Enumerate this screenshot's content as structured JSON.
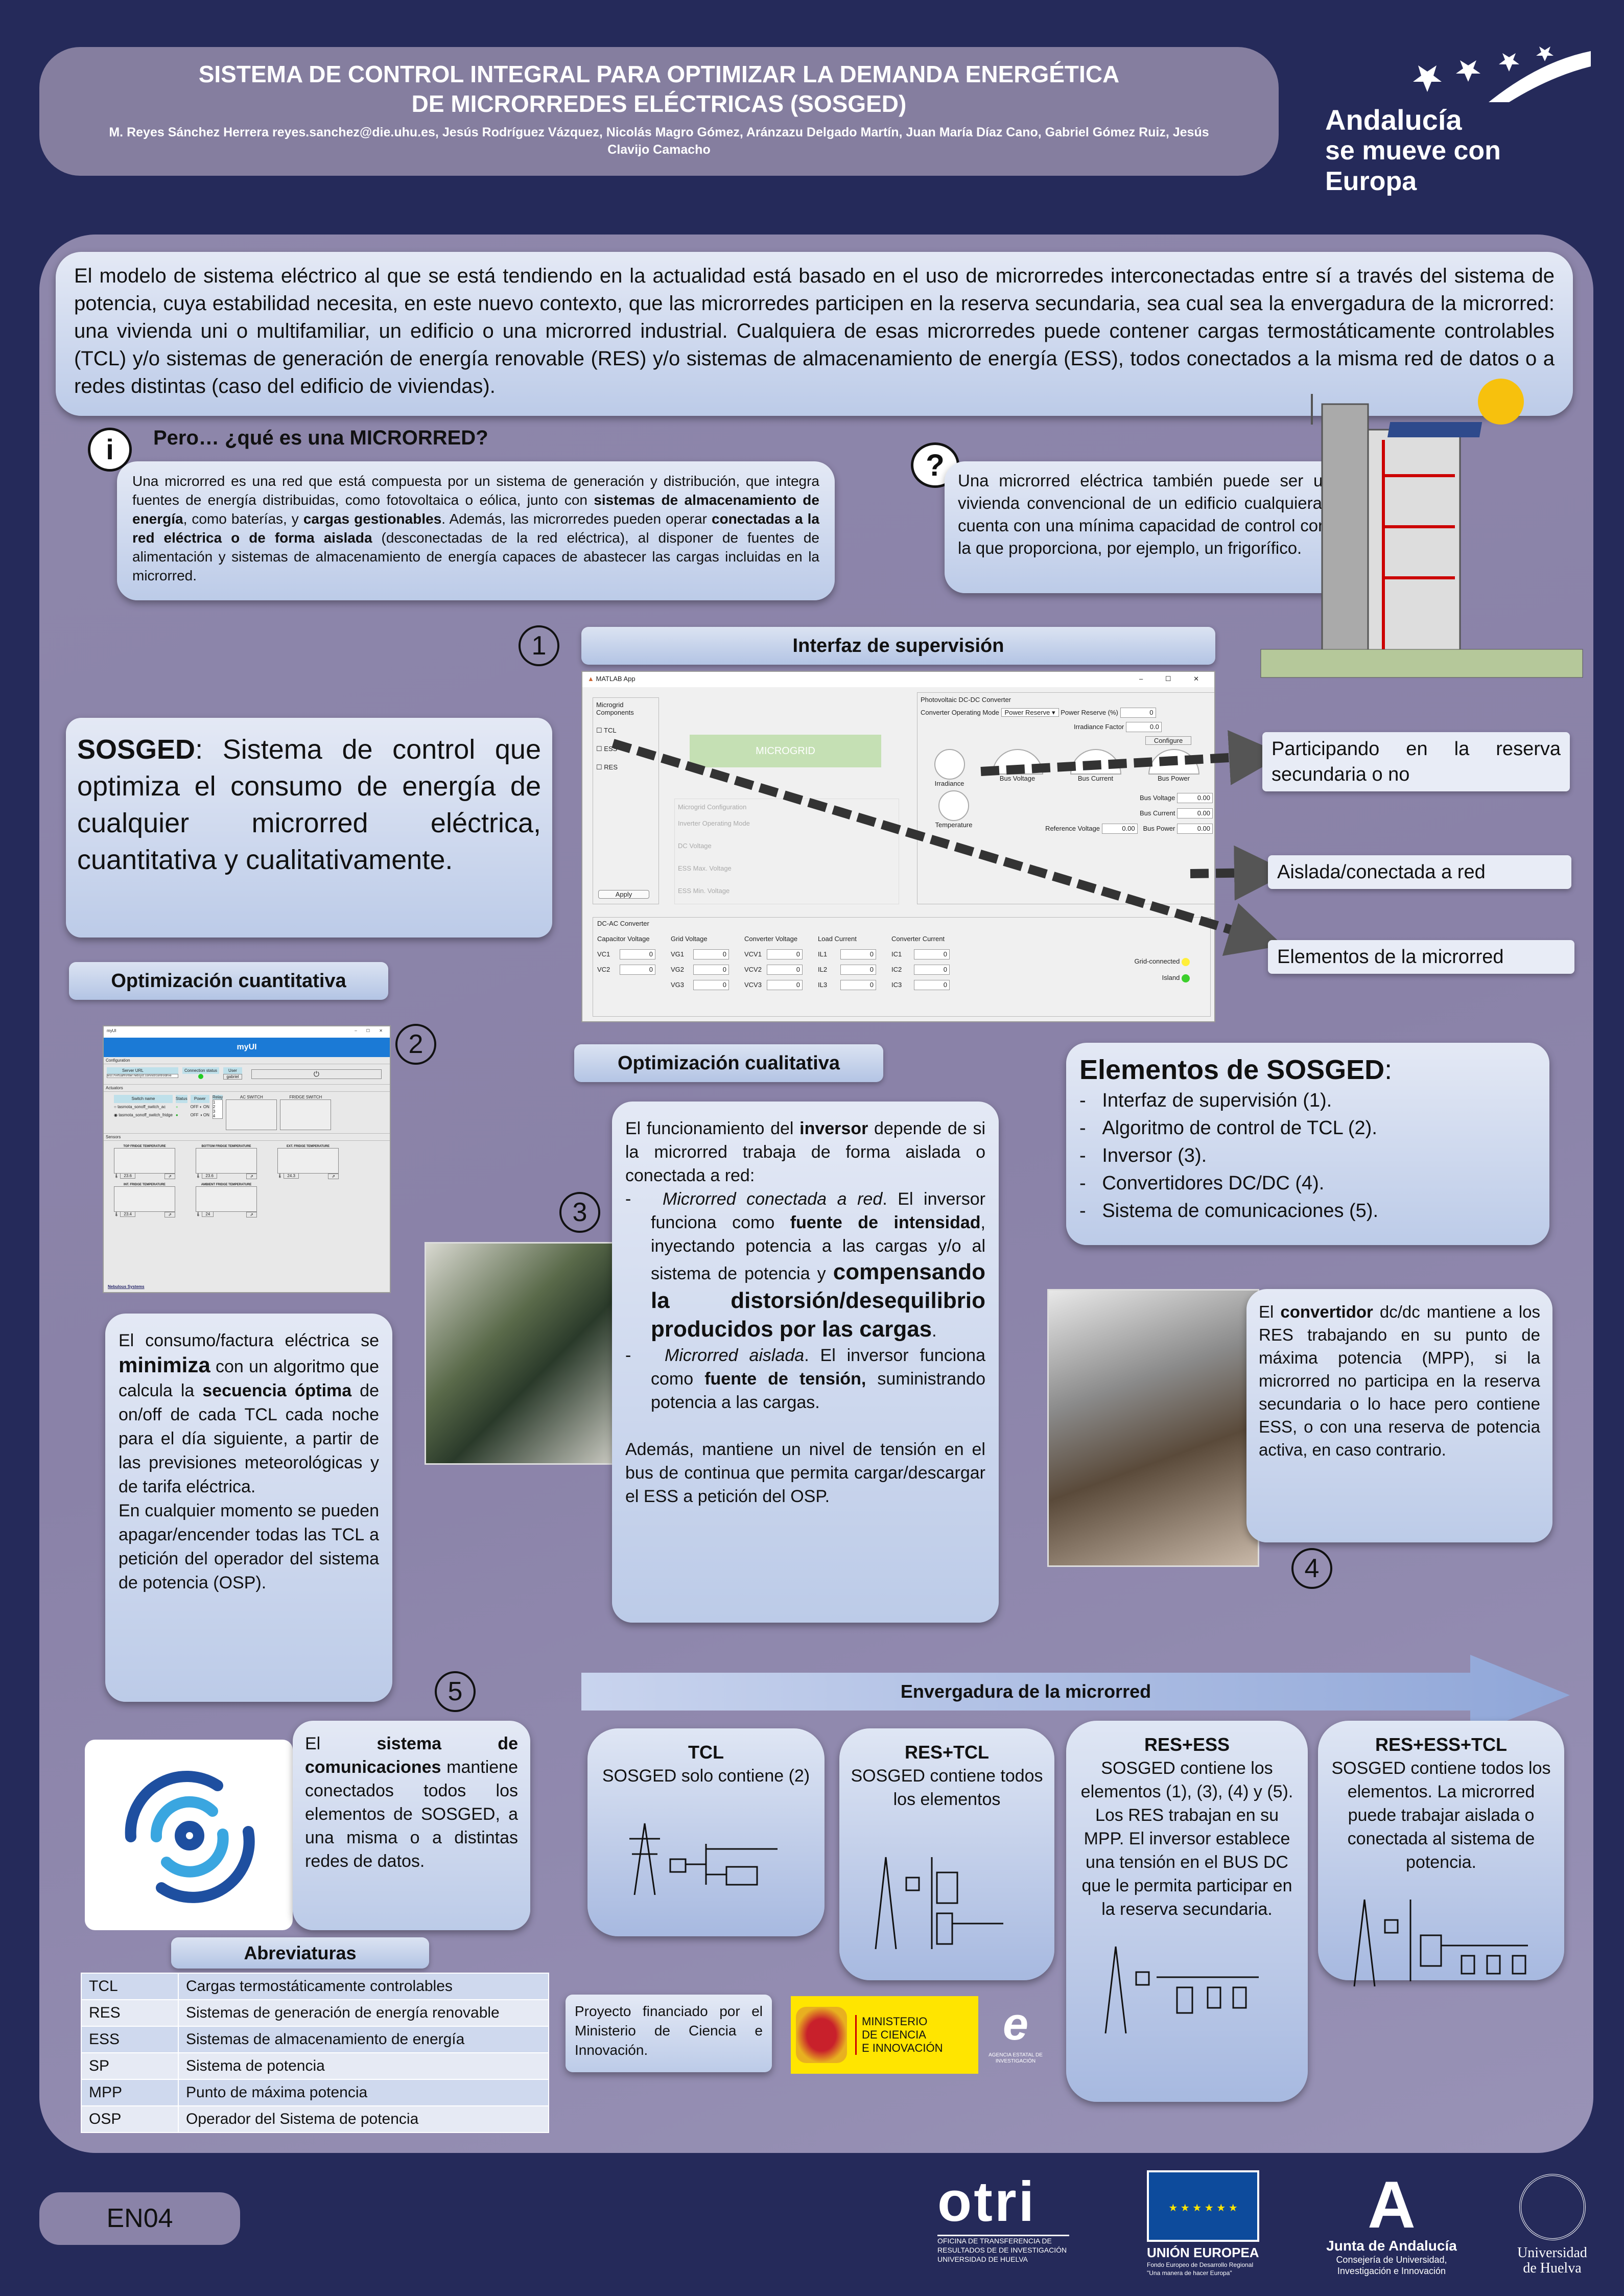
{
  "header": {
    "title": "SISTEMA DE CONTROL INTEGRAL PARA OPTIMIZAR LA DEMANDA ENERGÉTICA DE MICRORREDES ELÉCTRICAS (SOSGED)",
    "authors": "M. Reyes Sánchez Herrera reyes.sanchez@die.uhu.es, Jesús Rodríguez Vázquez, Nicolás Magro Gómez, Aránzazu Delgado Martín, Juan María Díaz Cano, Gabriel Gómez Ruiz, Jesús Clavijo Camacho"
  },
  "andalucia_logo": {
    "line1": "Andalucía",
    "line2": "se mueve con Europa"
  },
  "intro": "El modelo de sistema eléctrico al que se está tendiendo en la actualidad está basado en el uso de microrredes interconectadas entre sí a través del sistema de potencia, cuya estabilidad necesita, en este nuevo contexto, que las microrredes participen en la reserva secundaria, sea cual sea la envergadura de la microrred: una vivienda uni o multifamiliar, un edificio o una microrred industrial. Cualquiera de esas  microrredes puede contener cargas termostáticamente controlables (TCL) y/o sistemas de generación de energía renovable (RES) y/o sistemas de almacenamiento de energía (ESS), todos conectados a la misma red de datos o a redes distintas (caso del edificio de viviendas).",
  "microrred": {
    "heading": "Pero… ¿qué es una MICRORRED?",
    "t1": "Una microrred es una red que está compuesta por un sistema de generación y distribución, que integra fuentes de energía distribuidas, como fotovoltaica o eólica, junto con ",
    "b1": "sistemas de almacenamiento de energía",
    "t2": ", como baterías, y ",
    "b2": "cargas gestionables",
    "t3": ". Además, las microrredes pueden operar ",
    "b3": "conectadas a la red eléctrica o de forma aislada",
    "t4": " (desconectadas de la red eléctrica), al disponer de fuentes de alimentación y sistemas de almacenamiento de energía capaces de abastecer las cargas incluidas en la microrred."
  },
  "question_box": "Una microrred eléctrica también puede ser una vivienda convencional de un edificio cualquiera si cuenta con una mínima capacidad de control como la que proporciona, por ejemplo, un frigorífico.",
  "sosged": {
    "bold": "SOSGED",
    "text": ": Sistema de control que optimiza el consumo de energía de cualquier microrred eléctrica, cuantitativa y cualitativamente."
  },
  "numbers": [
    "1",
    "2",
    "3",
    "4",
    "5"
  ],
  "interfaz_label": "Interfaz de supervisión",
  "matlab_app": {
    "title": "MATLAB App",
    "components_title": "Microgrid Components",
    "components": [
      "TCL",
      "ESS",
      "RES"
    ],
    "microgrid_label": "MICROGRID",
    "apply": "Apply",
    "config_title": "Microgrid Configuration",
    "config_fields": [
      "Inverter Operating Mode",
      "DC Voltage",
      "ESS Max. Voltage",
      "ESS Min. Voltage"
    ],
    "pv_title": "Photovoltaic DC-DC Converter",
    "mode_label": "Converter Operating Mode",
    "mode_value": "Power Reserve",
    "reserve_label": "Power Reserve (%)",
    "reserve_value": "0",
    "irr_factor_label": "Irradiance Factor",
    "irr_factor_value": "0.0",
    "configure": "Configure",
    "gauges": [
      "Irradiance",
      "Temperature",
      "Bus Voltage",
      "Bus Current",
      "Bus Power"
    ],
    "readouts": [
      {
        "label": "Bus Voltage",
        "value": "0.00"
      },
      {
        "label": "Bus Current",
        "value": "0.00"
      },
      {
        "label": "Bus Power",
        "value": "0.00"
      }
    ],
    "ref_label": "Reference Voltage",
    "ref_value": "0.00",
    "dcac_title": "DC-AC Converter",
    "dcac_cols": [
      {
        "head": "Capacitor Voltage",
        "rows": [
          [
            "VC1",
            "0"
          ],
          [
            "VC2",
            "0"
          ]
        ]
      },
      {
        "head": "Grid Voltage",
        "rows": [
          [
            "VG1",
            "0"
          ],
          [
            "VG2",
            "0"
          ],
          [
            "VG3",
            "0"
          ]
        ]
      },
      {
        "head": "Converter Voltage",
        "rows": [
          [
            "VCV1",
            "0"
          ],
          [
            "VCV2",
            "0"
          ],
          [
            "VCV3",
            "0"
          ]
        ]
      },
      {
        "head": "Load Current",
        "rows": [
          [
            "IL1",
            "0"
          ],
          [
            "IL2",
            "0"
          ],
          [
            "IL3",
            "0"
          ]
        ]
      },
      {
        "head": "Converter Current",
        "rows": [
          [
            "IC1",
            "0"
          ],
          [
            "IC2",
            "0"
          ],
          [
            "IC3",
            "0"
          ]
        ]
      }
    ],
    "grid_connected": "Grid-connected",
    "island": "Island"
  },
  "callouts": [
    "Participando en la reserva secundaria o no",
    "Aislada/conectada a red",
    "Elementos de la microrred"
  ],
  "opt_cuant_label": "Optimización cuantitativa",
  "myui": {
    "window": "myUI",
    "title": "myUI",
    "config": "Configuration",
    "server_url": "Server URL",
    "url_value": "wss://virtualfrontier.nebsyst.com/iot/controldrive",
    "conn": "Connection status",
    "user": "User",
    "user_value": "gabriel",
    "actuators": "Actuators",
    "cols": [
      "Switch name",
      "Status",
      "Power",
      "Relay"
    ],
    "switches": [
      "tasmota_sonoff_switch_ac",
      "tasmota_sonoff_switch_fridge"
    ],
    "off": "OFF",
    "on": "ON",
    "relays": [
      "1",
      "2",
      "3",
      "4"
    ],
    "charts": [
      "AC SWITCH",
      "FRIDGE SWITCH"
    ],
    "sensors": "Sensors",
    "temps": [
      {
        "name": "TOP FRIDGE TEMPERATURE",
        "value": "23.6"
      },
      {
        "name": "BOTTOM FRIDGE TEMPERATURE",
        "value": "23.6"
      },
      {
        "name": "EXT. FRIDGE TEMPERATURE",
        "value": "24.3"
      },
      {
        "name": "INT. FRIDGE TEMPERATURE",
        "value": "23.4"
      },
      {
        "name": "AMBIENT FRIDGE TEMPERATURE",
        "value": "24"
      }
    ],
    "footer": "Nebulous Systems"
  },
  "opt_cual_label": "Optimización cualitativa",
  "elementos": {
    "title_bold": "Elementos de SOSGED",
    "title_end": ":",
    "items": [
      "Interfaz de supervisión (1).",
      "Algoritmo de control de TCL (2).",
      "Inversor (3).",
      "Convertidores DC/DC (4).",
      "Sistema de comunicaciones (5)."
    ]
  },
  "inversor": {
    "p1a": "El funcionamiento del ",
    "p1b": "inversor",
    "p1c": " depende de si la microrred trabaja de forma aislada o conectada a red:",
    "i1a": "Microrred conectada a red",
    "i1b": ". El inversor funciona como ",
    "i1c": "fuente de intensidad",
    "i1d": ", inyectando potencia a las cargas y/o al sistema de potencia y ",
    "i1e": "compensando la distorsión/desequilibrio producidos por las cargas",
    "i1f": ".",
    "i2a": "Microrred aislada",
    "i2b": ". El inversor funciona como ",
    "i2c": "fuente de tensión,",
    "i2d": " suministrando potencia a las cargas.",
    "p2": "Además, mantiene un nivel de tensión en el bus de continua que permita cargar/descargar el ESS a petición del OSP."
  },
  "convertidor": {
    "a": "El ",
    "b": "convertidor",
    "c": " dc/dc mantiene a los RES trabajando en su punto de máxima potencia (MPP), si la microrred no participa en la reserva secundaria o lo hace pero contiene ESS, o con una reserva de potencia activa, en caso contrario."
  },
  "consumo": {
    "a": "El consumo/factura eléctrica se ",
    "b": "minimiza",
    "c": " con un algoritmo que calcula la ",
    "d": "secuencia óptima",
    "e": " de on/off de cada TCL cada noche para el día siguiente, a partir de las previsiones meteorológicas y de tarifa eléctrica.",
    "p2": "En cualquier momento se pueden apagar/encender todas las TCL a petición del operador del sistema de potencia (OSP)."
  },
  "comunicaciones": {
    "a": "El ",
    "b": "sistema de comunicaciones",
    "c": " mantiene conectados todos los elementos de SOSGED, a una misma o a distintas redes de datos."
  },
  "envergadura_label": "Envergadura de la microrred",
  "columns": [
    {
      "title": "TCL",
      "text": "SOSGED solo contiene (2)"
    },
    {
      "title": "RES+TCL",
      "text": "SOSGED contiene todos los elementos"
    },
    {
      "title": "RES+ESS",
      "text": "SOSGED contiene los elementos (1), (3), (4) y (5). Los RES trabajan en su MPP. El inversor establece una tensión en el BUS DC que le permita participar en la reserva secundaria."
    },
    {
      "title": "RES+ESS+TCL",
      "text": "SOSGED contiene todos los elementos. La microrred puede trabajar aislada o conectada al sistema de potencia."
    }
  ],
  "abreviaturas": {
    "title": "Abreviaturas",
    "rows": [
      [
        "TCL",
        "Cargas termostáticamente controlables"
      ],
      [
        "RES",
        "Sistemas de generación de energía renovable"
      ],
      [
        "ESS",
        "Sistemas de almacenamiento de energía"
      ],
      [
        "SP",
        "Sistema de potencia"
      ],
      [
        "MPP",
        "Punto de máxima potencia"
      ],
      [
        "OSP",
        "Operador del Sistema de potencia"
      ]
    ]
  },
  "proyecto": "Proyecto financiado por el Ministerio de Ciencia e Innovación.",
  "ministerio": {
    "line1": "MINISTERIO",
    "line2": "DE CIENCIA",
    "line3": "E INNOVACIÓN",
    "aei": "AGENCIA ESTATAL DE INVESTIGACIÓN"
  },
  "code": "EN04",
  "footer_logos": {
    "otri": "otri",
    "otri_sub": [
      "OFICINA DE TRANSFERENCIA DE",
      "RESULTADOS DE DE INVESTIGACIÓN",
      "UNIVERSIDAD DE HUELVA"
    ],
    "eu": "UNIÓN EUROPEA",
    "eu_sub": [
      "Fondo Europeo de Desarrollo Regional",
      "\"Una manera de hacer Europa\""
    ],
    "junta": "Junta de Andalucía",
    "junta_sub": [
      "Consejería de Universidad,",
      "Investigación e Innovación"
    ],
    "uhu": [
      "Universidad",
      "de Huelva"
    ]
  },
  "colors": {
    "background": "#252a5a",
    "panel": "#8e87ab",
    "box": "#dfe6f4",
    "accent_blue": "#1b7ad6"
  }
}
